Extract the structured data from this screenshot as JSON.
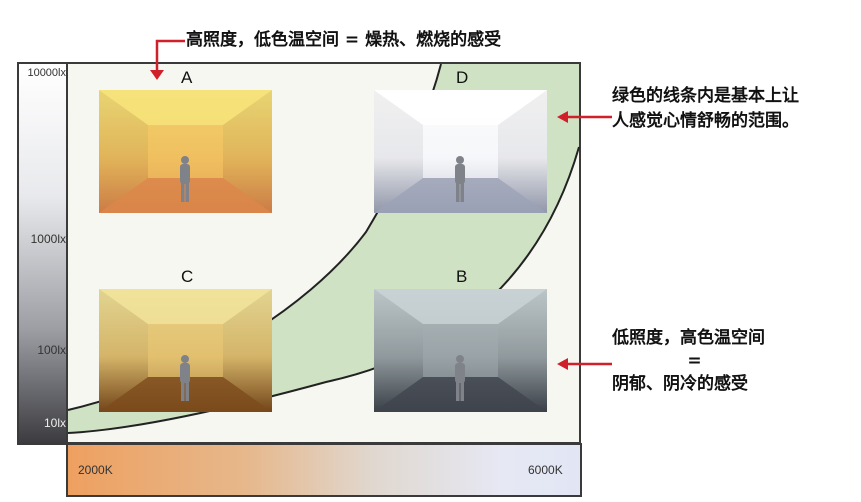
{
  "annotations": {
    "top": "高照度，低色温空间 = 燥热、燃烧的感受",
    "right_top_line1": "绿色的线条内是基本上让",
    "right_top_line2": "人感觉心情舒畅的范围。",
    "right_bottom_line1": "低照度，高色温空间",
    "right_bottom_line2": "=",
    "right_bottom_line3": "阴郁、阴冷的感受"
  },
  "y_axis": {
    "ticks": [
      "10000lx",
      "1000lx",
      "100lx",
      "10lx"
    ]
  },
  "x_axis": {
    "start": "2000K",
    "end": "6000K"
  },
  "rooms": [
    {
      "letter": "A",
      "top": "#f6e27a",
      "mid": "#f0c060",
      "floor": "#d9844a"
    },
    {
      "letter": "D",
      "top": "#ffffff",
      "mid": "#f6f7fa",
      "floor": "#9aa0b4"
    },
    {
      "letter": "C",
      "top": "#f0e29a",
      "mid": "#e2c070",
      "floor": "#7a4a1c"
    },
    {
      "letter": "B",
      "top": "#c8d2d4",
      "mid": "#9aa4a8",
      "floor": "#3e444c"
    }
  ],
  "colors": {
    "accent": "#d0202a",
    "comfort": "#cfe3c4",
    "bg": "#f7f7f2"
  }
}
